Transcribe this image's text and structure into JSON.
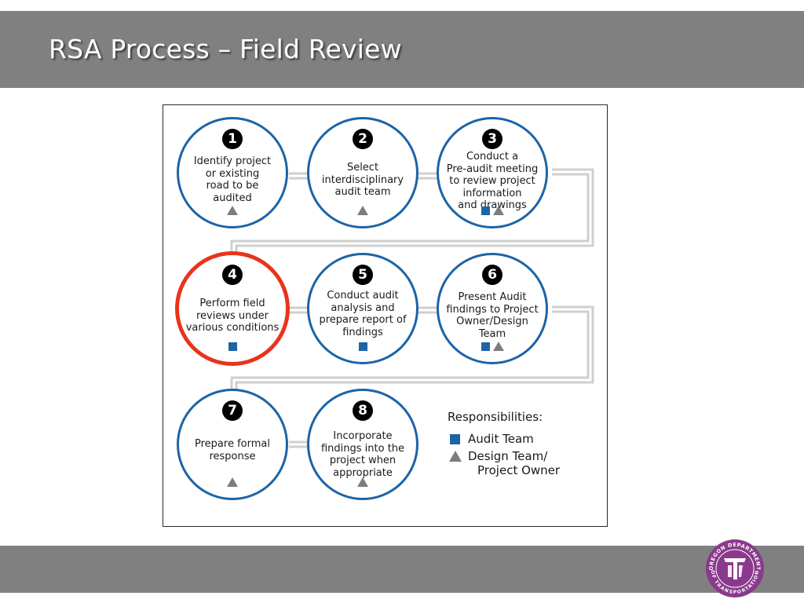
{
  "slide": {
    "title": "RSA Process – Field Review"
  },
  "steps": [
    {
      "number": "1",
      "text": "Identify project\nor existing\nroad to be\naudited",
      "marks": [
        "triangle"
      ]
    },
    {
      "number": "2",
      "text": "Select\ninterdisciplinary\naudit team",
      "marks": [
        "triangle"
      ]
    },
    {
      "number": "3",
      "text": "Conduct a\nPre-audit meeting\nto review project\ninformation\nand drawings",
      "marks": [
        "square",
        "triangle"
      ]
    },
    {
      "number": "4",
      "text": "Perform field\nreviews under\nvarious conditions",
      "marks": [
        "square"
      ],
      "highlighted": true
    },
    {
      "number": "5",
      "text": "Conduct audit\nanalysis and\nprepare report of\nfindings",
      "marks": [
        "square"
      ]
    },
    {
      "number": "6",
      "text": "Present Audit\nfindings to Project\nOwner/Design\nTeam",
      "marks": [
        "square",
        "triangle"
      ]
    },
    {
      "number": "7",
      "text": "Prepare formal\nresponse",
      "marks": [
        "triangle"
      ]
    },
    {
      "number": "8",
      "text": "Incorporate\nfindings into the\nproject when\nappropriate",
      "marks": [
        "triangle"
      ]
    }
  ],
  "legend": {
    "title": "Responsibilities:",
    "audit_team": "Audit Team",
    "design_team_line1": "Design Team/",
    "design_team_line2": "Project Owner"
  },
  "colors": {
    "title_bar": "#808080",
    "circle_border": "#1c64a6",
    "highlight_border": "#e8341c",
    "audit_square": "#1c64a6",
    "design_triangle": "#7d7d7d",
    "logo": "#8a3a8c"
  },
  "logo": {
    "icon": "oregon-dot-logo",
    "top_text": "OREGON DEPARTMENT",
    "bottom_text": "OF TRANSPORTATION"
  }
}
